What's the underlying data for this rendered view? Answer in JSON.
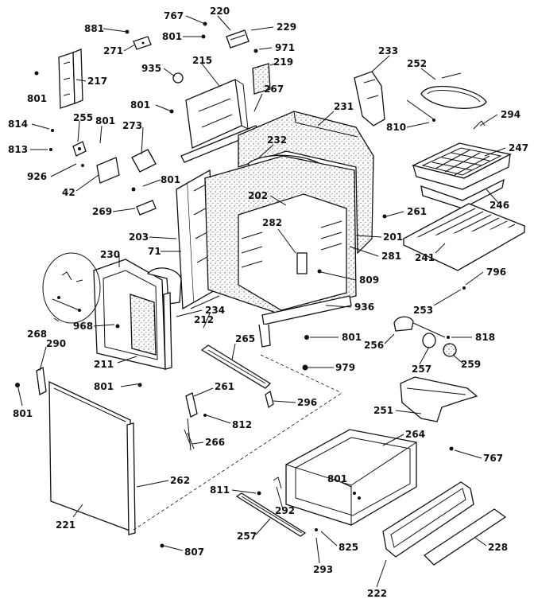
{
  "labels": [
    {
      "id": "l_881",
      "text": "881"
    },
    {
      "id": "l_767a",
      "text": "767"
    },
    {
      "id": "l_220",
      "text": "220"
    },
    {
      "id": "l_229",
      "text": "229"
    },
    {
      "id": "l_801a",
      "text": "801"
    },
    {
      "id": "l_271",
      "text": "271"
    },
    {
      "id": "l_971",
      "text": "971"
    },
    {
      "id": "l_935",
      "text": "935"
    },
    {
      "id": "l_215",
      "text": "215"
    },
    {
      "id": "l_219",
      "text": "219"
    },
    {
      "id": "l_233",
      "text": "233"
    },
    {
      "id": "l_252",
      "text": "252"
    },
    {
      "id": "l_801b",
      "text": "801"
    },
    {
      "id": "l_217",
      "text": "217"
    },
    {
      "id": "l_267a",
      "text": "267"
    },
    {
      "id": "l_801c",
      "text": "801"
    },
    {
      "id": "l_231",
      "text": "231"
    },
    {
      "id": "l_294",
      "text": "294"
    },
    {
      "id": "l_810",
      "text": "810"
    },
    {
      "id": "l_814",
      "text": "814"
    },
    {
      "id": "l_255",
      "text": "255"
    },
    {
      "id": "l_801d",
      "text": "801"
    },
    {
      "id": "l_273",
      "text": "273"
    },
    {
      "id": "l_232",
      "text": "232"
    },
    {
      "id": "l_247",
      "text": "247"
    },
    {
      "id": "l_813",
      "text": "813"
    },
    {
      "id": "l_926",
      "text": "926"
    },
    {
      "id": "l_42",
      "text": "42"
    },
    {
      "id": "l_801e",
      "text": "801"
    },
    {
      "id": "l_202a",
      "text": "202"
    },
    {
      "id": "l_246",
      "text": "246"
    },
    {
      "id": "l_269",
      "text": "269"
    },
    {
      "id": "l_261a",
      "text": "261"
    },
    {
      "id": "l_282",
      "text": "282"
    },
    {
      "id": "l_203",
      "text": "203"
    },
    {
      "id": "l_201",
      "text": "201"
    },
    {
      "id": "l_71",
      "text": "71"
    },
    {
      "id": "l_281",
      "text": "281"
    },
    {
      "id": "l_241",
      "text": "241"
    },
    {
      "id": "l_230",
      "text": "230"
    },
    {
      "id": "l_796",
      "text": "796"
    },
    {
      "id": "l_809",
      "text": "809"
    },
    {
      "id": "l_253",
      "text": "253"
    },
    {
      "id": "l_268",
      "text": "268"
    },
    {
      "id": "l_234",
      "text": "234"
    },
    {
      "id": "l_936",
      "text": "936"
    },
    {
      "id": "l_968",
      "text": "968"
    },
    {
      "id": "l_212",
      "text": "212"
    },
    {
      "id": "l_801f",
      "text": "801"
    },
    {
      "id": "l_256",
      "text": "256"
    },
    {
      "id": "l_818",
      "text": "818"
    },
    {
      "id": "l_290",
      "text": "290"
    },
    {
      "id": "l_265",
      "text": "265"
    },
    {
      "id": "l_211",
      "text": "211"
    },
    {
      "id": "l_257a",
      "text": "257"
    },
    {
      "id": "l_259",
      "text": "259"
    },
    {
      "id": "l_979",
      "text": "979"
    },
    {
      "id": "l_801g",
      "text": "801"
    },
    {
      "id": "l_261b",
      "text": "261"
    },
    {
      "id": "l_296",
      "text": "296"
    },
    {
      "id": "l_801h",
      "text": "801"
    },
    {
      "id": "l_251",
      "text": "251"
    },
    {
      "id": "l_812",
      "text": "812"
    },
    {
      "id": "l_264",
      "text": "264"
    },
    {
      "id": "l_266",
      "text": "266"
    },
    {
      "id": "l_767b",
      "text": "767"
    },
    {
      "id": "l_262",
      "text": "262"
    },
    {
      "id": "l_801i",
      "text": "801"
    },
    {
      "id": "l_811",
      "text": "811"
    },
    {
      "id": "l_292",
      "text": "292"
    },
    {
      "id": "l_221",
      "text": "221"
    },
    {
      "id": "l_257b",
      "text": "257"
    },
    {
      "id": "l_825",
      "text": "825"
    },
    {
      "id": "l_228",
      "text": "228"
    },
    {
      "id": "l_807",
      "text": "807"
    },
    {
      "id": "l_293",
      "text": "293"
    },
    {
      "id": "l_222",
      "text": "222"
    }
  ]
}
